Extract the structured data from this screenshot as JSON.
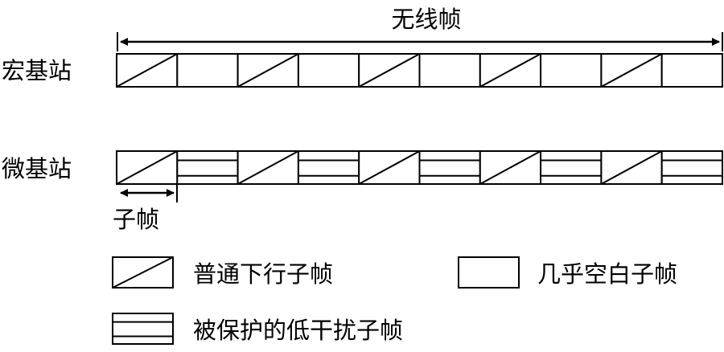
{
  "title": "无线帧",
  "rows": [
    {
      "label": "宏基站",
      "pattern": [
        "normal",
        "abs",
        "normal",
        "abs",
        "normal",
        "abs",
        "normal",
        "abs",
        "normal",
        "abs"
      ]
    },
    {
      "label": "微基站",
      "pattern": [
        "normal",
        "protected",
        "normal",
        "protected",
        "normal",
        "protected",
        "normal",
        "protected",
        "normal",
        "protected"
      ]
    }
  ],
  "subframe_label": "子帧",
  "legend": {
    "normal": "普通下行子帧",
    "abs": "几乎空白子帧",
    "protected": "被保护的低干扰子帧"
  }
}
